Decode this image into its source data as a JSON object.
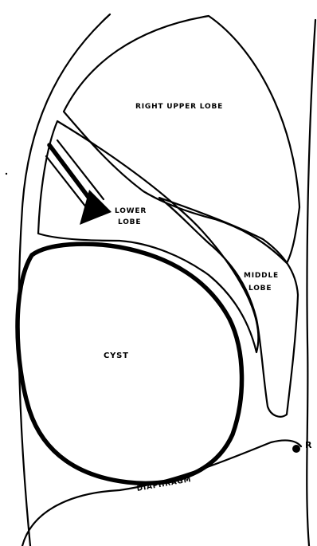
{
  "labels": {
    "right_upper_lobe": "RIGHT UPPER LOBE",
    "lower_lobe_line1": "LOWER",
    "lower_lobe_line2": "LOBE",
    "middle_lobe_line1": "MIDDLE",
    "middle_lobe_line2": "LOBE",
    "cyst": "CYST",
    "diaphragm": "DIAPHRAGM",
    "r_marker": "R"
  },
  "colors": {
    "ink": "#000000",
    "paper": "#ffffff"
  }
}
